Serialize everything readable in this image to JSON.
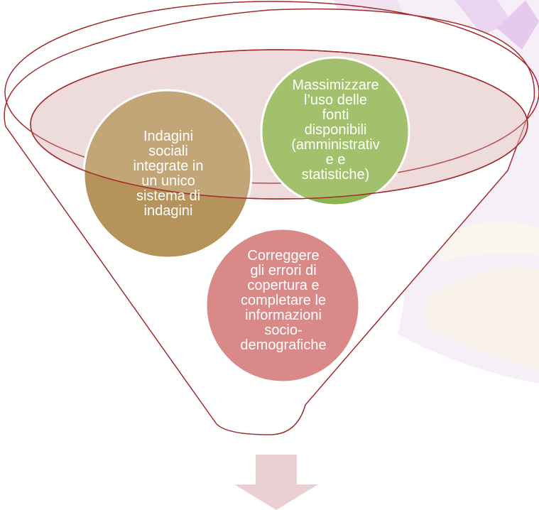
{
  "diagram": {
    "nodes": [
      {
        "id": "indagini",
        "text": "Indagini\nsociali\nintegrate in\nun unico\nsistema di\nindagini",
        "fill": "#b5935a"
      },
      {
        "id": "massimizzare",
        "text": "Massimizzare\nl’uso delle\nfonti\ndisponibili\n(amministrativ\ne e\nstatistiche)",
        "fill": "#8fb34e"
      },
      {
        "id": "correggere",
        "text": "Correggere\ngli errori di\ncopertura e\ncompletare le\ninformazioni\nsocio-\ndemografiche",
        "fill": "#d98a88"
      }
    ]
  },
  "colors": {
    "funnel_outline": "#a32a2e",
    "funnel_fill": "#ffffff",
    "band_fill": "#cf9a9a",
    "arrow_fill": "#ead0d2",
    "background_decor": "#e9d6f0",
    "circle_border": "#ffffff"
  },
  "icons": {
    "arrow": "down-arrow-icon",
    "background_art": "decorative-figure"
  }
}
